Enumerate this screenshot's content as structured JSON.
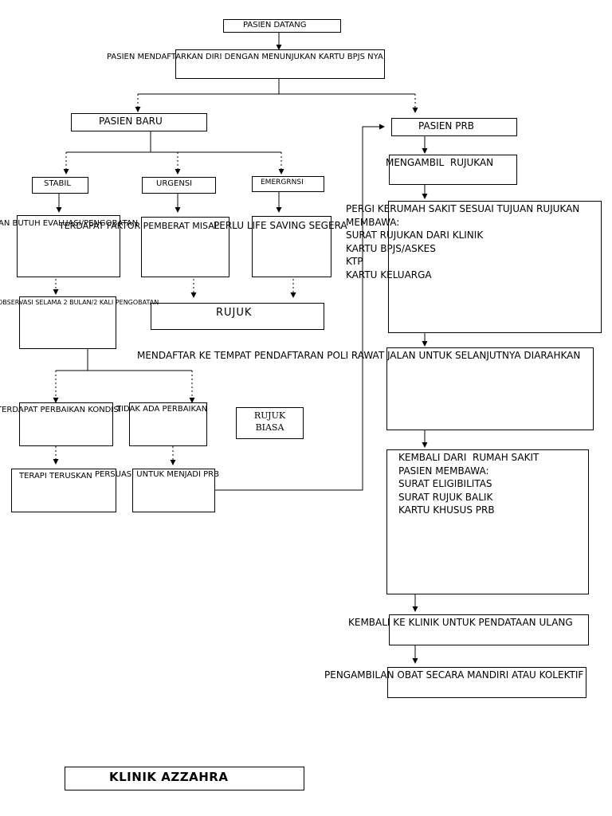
{
  "nodes": {
    "pasien_datang": "PASIEN DATANG",
    "pendaftaran": "PASIEN MENDAFTARKAN DIRI DENGAN MENUNJUKAN KARTU BPJS NYA",
    "pasien_baru": "PASIEN BARU",
    "pasien_prb": "PASIEN PRB",
    "stabil": "STABIL",
    "urgensi": "URGENSI",
    "emergensi": "EMERGRNSI",
    "stabil_desc": "AN BUTUH EVALUASI/PENGOBATAN",
    "urgensi_desc": "TERDAPAT FAKTOR PEMBERAT MISAL",
    "emergensi_desc": "PERLU LIFE SAVING SEGERA",
    "observasi": "OBSERVASI SELAMA 2 BULAN/2 KALI PENGOBATAN",
    "rujuk": "RUJUK",
    "ada_perbaikan": "TERDAPAT PERBAIKAN KONDISI",
    "tidak_ada_perbaikan": "TIDAK ADA PERBAIKAN",
    "rujuk_biasa": "RUJUK\nBIASA",
    "terapi": "TERAPI TERUSKAN",
    "persuasi": "PERSUASI UNTUK MENJADI PRB",
    "mengambil_rujukan": "MENGAMBIL  RUJUKAN",
    "pergi_rs": "PERGI KERUMAH SAKIT SESUAI TUJUAN RUJUKAN\nMEMBAWA:\nSURAT RUJUKAN DARI KLINIK\nKARTU BPJS/ASKES\nKTP\nKARTU KELUARGA",
    "mendaftar_poli": "MENDAFTAR KE TEMPAT PENDAFTARAN POLI RAWAT JALAN UNTUK SELANJUTNYA DIARAHKAN",
    "kembali_rs": "KEMBALI DARI  RUMAH SAKIT\nPASIEN MEMBAWA:\nSURAT ELIGIBILITAS\nSURAT RUJUK BALIK\nKARTU KHUSUS PRB",
    "kembali_klinik": "KEMBALI KE KLINIK UNTUK PENDATAAN ULANG",
    "pengambilan_obat": "PENGAMBILAN OBAT SECARA MANDIRI ATAU KOLEKTIF",
    "klinik": "KLINIK AZZAHRA"
  }
}
